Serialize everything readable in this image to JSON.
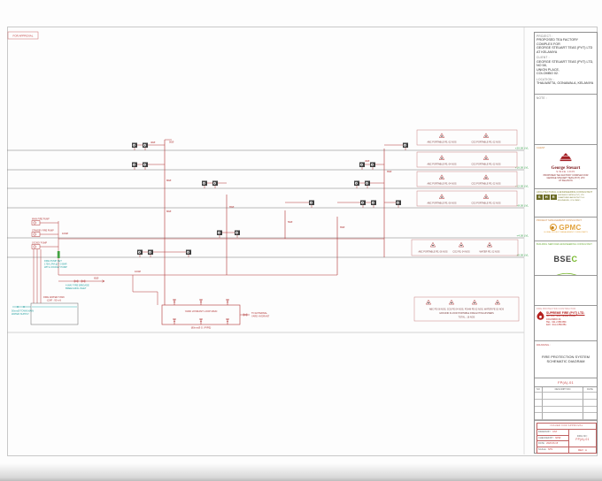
{
  "sheet": {
    "stamp": "FOR APPROVAL"
  },
  "titleblock": {
    "project": {
      "label": "PROJECT :",
      "l1": "PROPOSED TEA FACTORY",
      "l2": "COMPLEX FOR",
      "l3": "GEORGE STEUART TEAS (PVT) LTD",
      "l4": "AT KELANIYA"
    },
    "client": {
      "label": "CLIENT :",
      "l1": "GEORGE STEUART TEAS (PVT) LTD,",
      "l2": "NO 58,",
      "l3": "UNION PLACE,",
      "l4": "COLOMBO 02."
    },
    "location": {
      "label": "LOCATION :",
      "l1": "THALWATTA, GONAWALA, KELANIYA"
    },
    "note_label": "NOTE :",
    "client_logo": {
      "heading": "CLIENT",
      "brand": "George Steuart",
      "since": "SINCE 1835",
      "l1": "PROPOSED TEA FACTORY COMPLEX FOR",
      "l2": "GEORGE STEUART TEAS (PVT) LTD",
      "l3": "AT KELANIYA"
    },
    "architect": {
      "heading": "ARCHITECTURAL & ENGINEERING CONSULTANT",
      "s": "S",
      "h": "H",
      "r": "R",
      "l1": "SHR ASSOCIATES (PVT) LTD",
      "l2": "CHARTERED ARCHITECTS &",
      "l3": "ENGINEERS, COLOMBO"
    },
    "pmc": {
      "heading": "PROJECT MANAGEMENT CONSULTANT",
      "logo": "GPMC",
      "sub": "GLOBAL PROJECT MANAGEMENT CONSULTANTS"
    },
    "bsec": {
      "heading": "BUILDING SERVICES ENGINEERING CONSULTANT",
      "bse": "BSE",
      "c": "C"
    },
    "contractor": {
      "heading": "FIRE PROTECTION CONTRACTOR",
      "company": "SUPREME FIRE (PVT) LTD.",
      "l1": "NO. 125, HIGH LEVEL ROAD,",
      "l2": "COLOMBO 06.",
      "l3": "TEL : 011 2 850 850",
      "l4": "FAX : 011 2 850 851"
    },
    "drawing": {
      "label": "DRAWING :",
      "t1": "FIRE PROTECTION SYSTEM",
      "t2": "SCHEMATIC DIAGRAM",
      "number": "FP(A)-01"
    },
    "rev": {
      "no": "NO",
      "desc": "DESCRIPTION",
      "date": "DATE"
    },
    "info": {
      "title": "ISSUED FOR APPROVAL",
      "r1l": "DRAWN BY :",
      "r1v": "KST",
      "r2l": "CHECKED BY :",
      "r2v": "NPW",
      "r3l": "DATE :",
      "r3v": "2020.06.15",
      "r4l": "SCALE :",
      "r4v": "NTS",
      "drg_label": "DRG NO :",
      "drg_no": "FP(A)-01",
      "rev": "REV : A"
    }
  },
  "schematic": {
    "levels": {
      "f6": "+20.00 LVL",
      "f5": "+16.00 LVL",
      "f4": "+12.00 LVL",
      "f3": "+8.00 LVL",
      "f2": "+4.00 LVL",
      "f1": "±0.00 LVL"
    },
    "pipes": {
      "main": "100Ø",
      "riser": "80Ø",
      "b65": "65Ø",
      "b50": "50Ø",
      "b40": "40Ø"
    },
    "fe": {
      "b1a": "ABC PORTABLE FE, 02 NOS",
      "b1b": "CO2 PORTABLE FE, 02 NOS",
      "b2a": "ABC PORTABLE FE, 04 NOS",
      "b2b": "CO2 PORTABLE FE, 02 NOS",
      "b3a": "ABC PORTABLE FE, 04 NOS",
      "b3b": "CO2 PORTABLE FE, 02 NOS",
      "b4a": "ABC PORTABLE FE, 06 NOS",
      "b4b": "CO2 PORTABLE FE, 02 NOS",
      "b5a": "ABC PORTABLE FE, 06 NOS",
      "b5b": "CO2 FE, 04 NOS",
      "b5c": "WATER FE, 02 NOS",
      "b6l1": "ABC FE 08 NOS,  CO2 FE 04 NOS,  FOAM FE 02 NOS,  WATER FE 02 NOS",
      "b6l2": "GROUND FLOOR PORTABLE FIRE EXTINGUISHERS",
      "b6l3": "TOTAL : 16 NOS"
    },
    "pump_room": {
      "p1": "MAIN FIRE PUMP",
      "p2": "STANDBY FIRE PUMP",
      "p3": "JOCKEY PUMP",
      "tank1": "FIRE WATER TANK",
      "tank2": "(CAP : 90 m³)",
      "town1": "50mmØ TOWN MAIN",
      "town2": "WATER SUPPLY",
      "set1": "FIRE PUMP SET",
      "set2": "1750 LPM @ 7.0 BAR",
      "set3": "WITH JOCKEY PUMP",
      "br1": "4 WAY FIRE BRIGADE",
      "br2": "BREECHING INLET"
    },
    "loop": {
      "title": "YARD HYDRANT LOOP MAIN",
      "sub": "(80mmØ G.I PIPE)",
      "ext1": "TO EXTERNAL",
      "ext2": "YARD HYDRANT"
    }
  }
}
